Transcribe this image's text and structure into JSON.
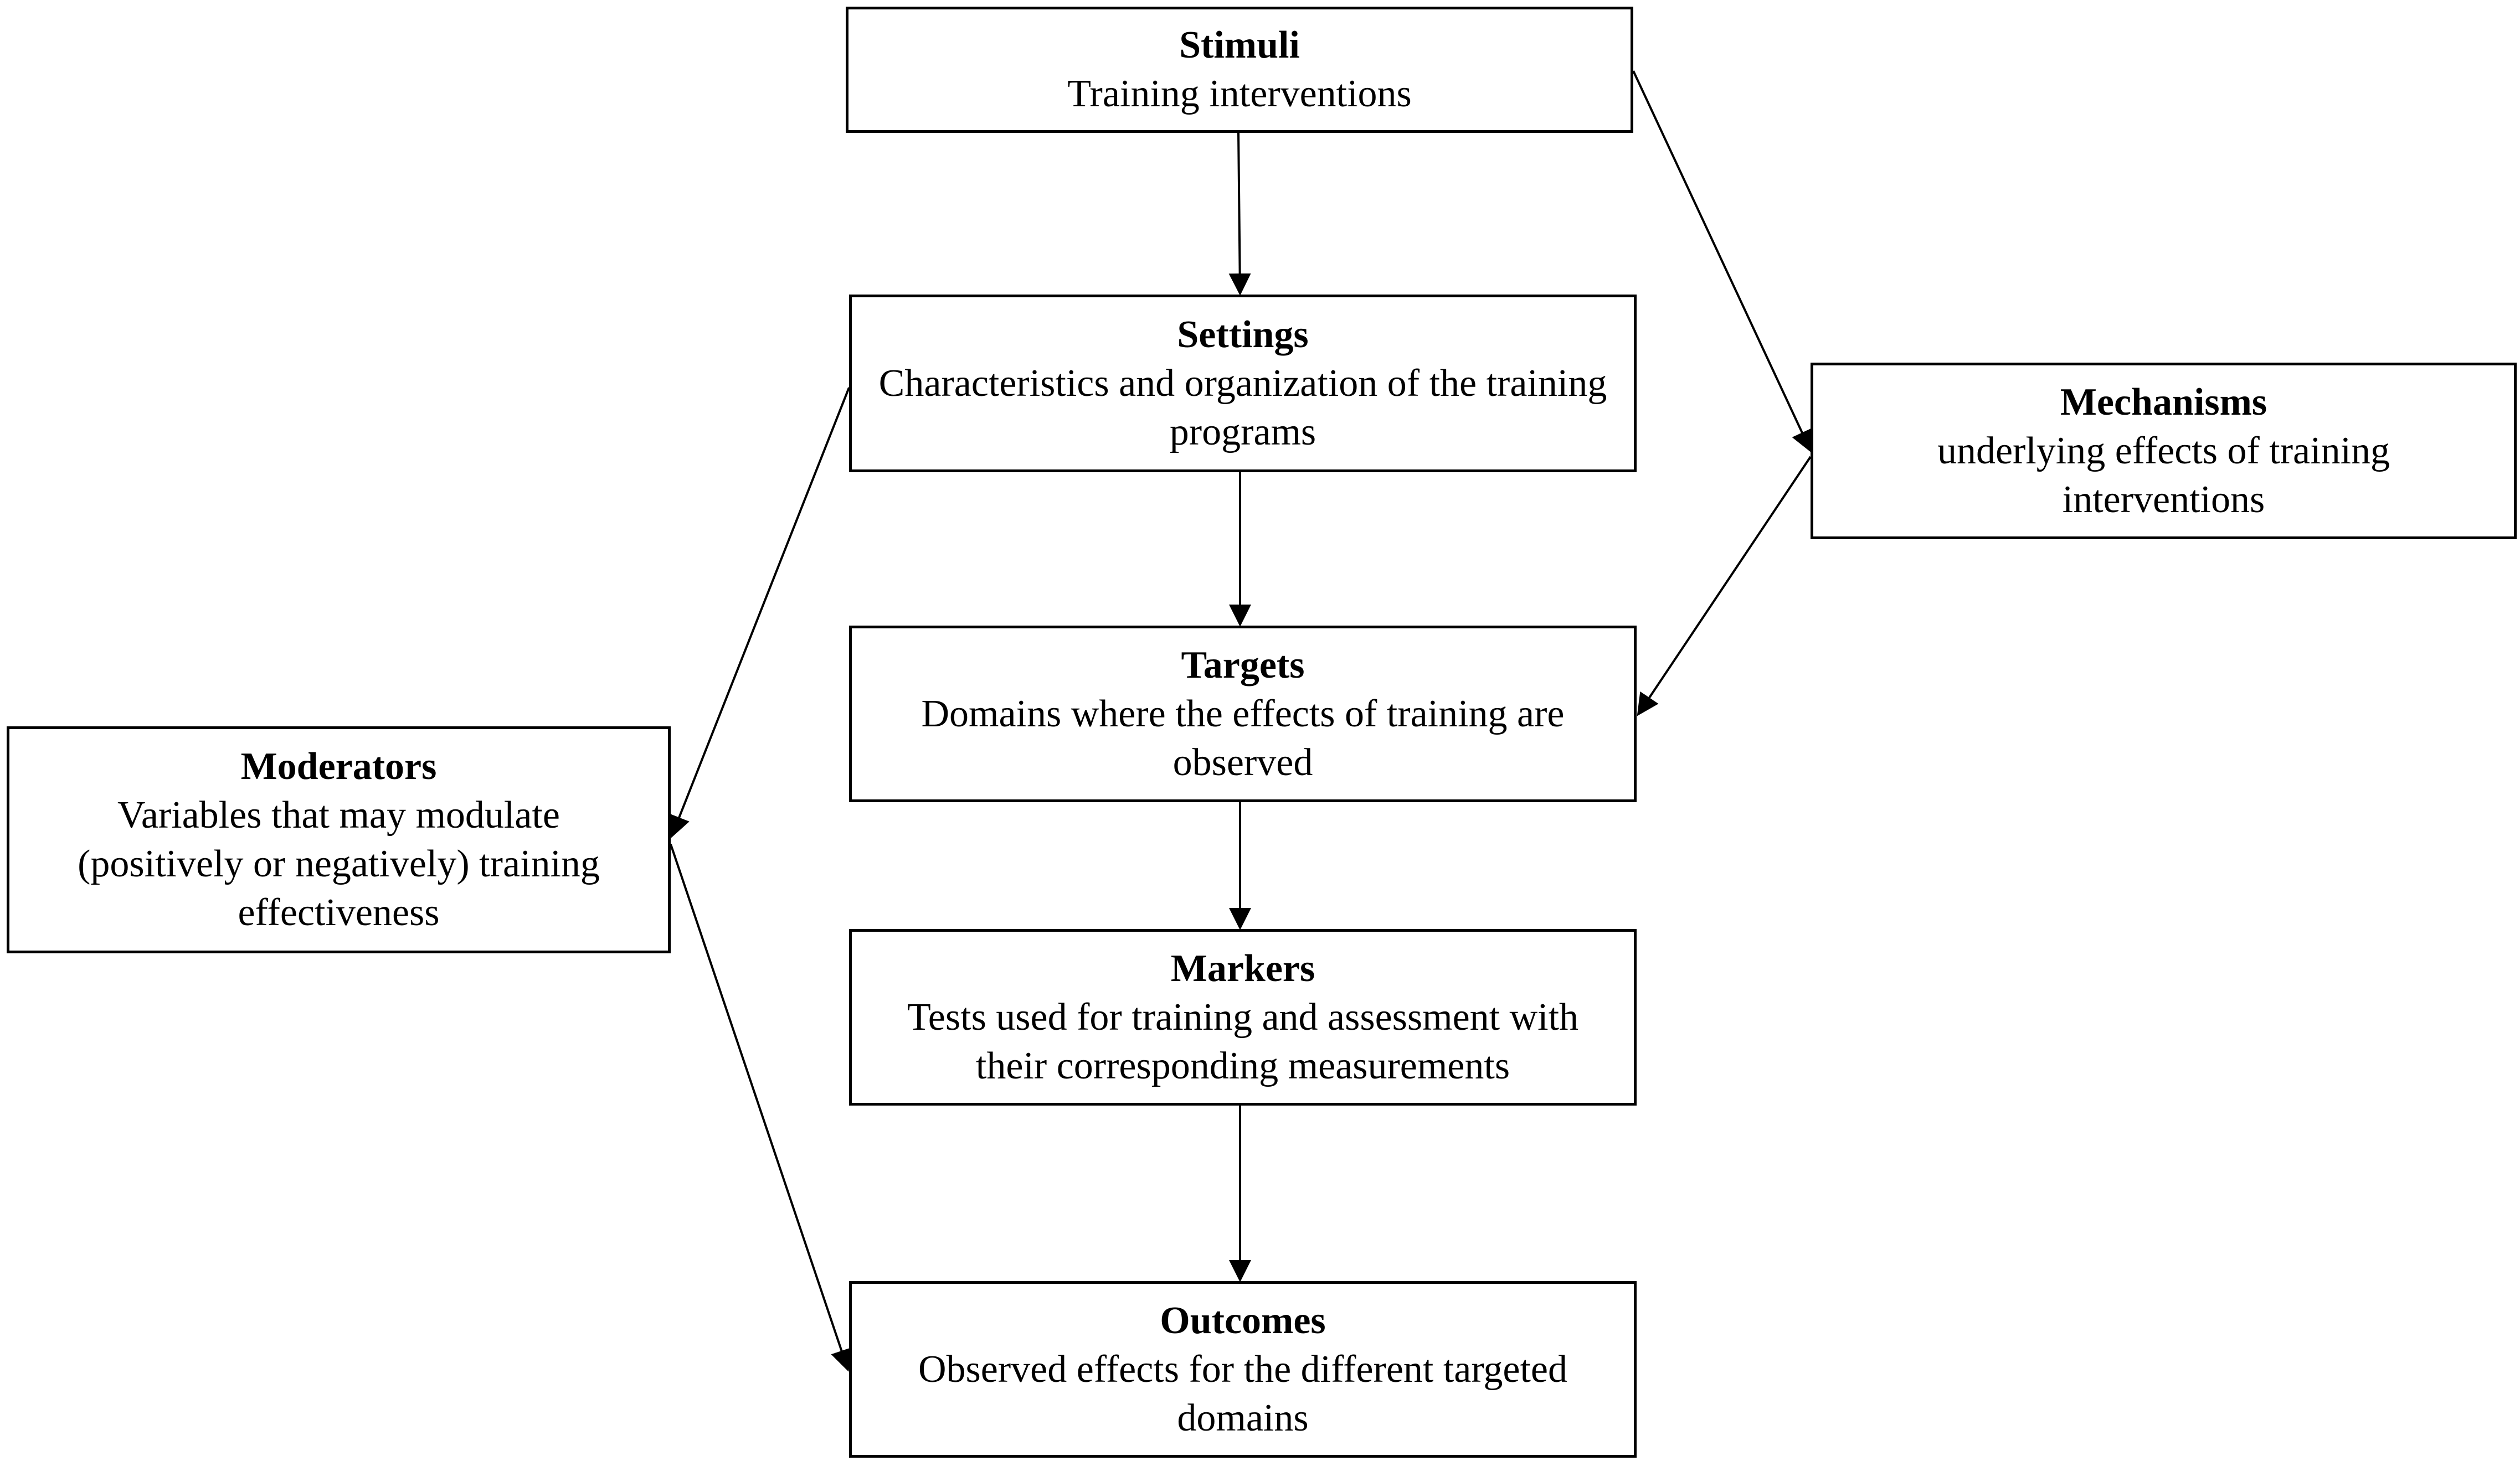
{
  "nodes": {
    "stimuli": {
      "title": "Stimuli",
      "desc": "Training interventions"
    },
    "settings": {
      "title": "Settings",
      "desc": "Characteristics and organization of the training programs"
    },
    "mechanisms": {
      "title": "Mechanisms",
      "desc": "underlying effects of training interventions"
    },
    "targets": {
      "title": "Targets",
      "desc": "Domains where the effects of training are observed"
    },
    "moderators": {
      "title": "Moderators",
      "desc": "Variables that may modulate (positively or negatively) training effectiveness"
    },
    "markers": {
      "title": "Markers",
      "desc": "Tests used for training and assessment with their corresponding measurements"
    },
    "outcomes": {
      "title": "Outcomes",
      "desc": "Observed effects for the different targeted domains"
    }
  },
  "edges": [
    {
      "from": "stimuli",
      "to": "settings"
    },
    {
      "from": "settings",
      "to": "targets"
    },
    {
      "from": "targets",
      "to": "markers"
    },
    {
      "from": "markers",
      "to": "outcomes"
    },
    {
      "from": "stimuli",
      "to": "mechanisms"
    },
    {
      "from": "mechanisms",
      "to": "targets"
    },
    {
      "from": "settings",
      "to": "moderators"
    },
    {
      "from": "moderators",
      "to": "outcomes"
    }
  ],
  "colors": {
    "stroke": "#000000",
    "background": "#ffffff"
  }
}
